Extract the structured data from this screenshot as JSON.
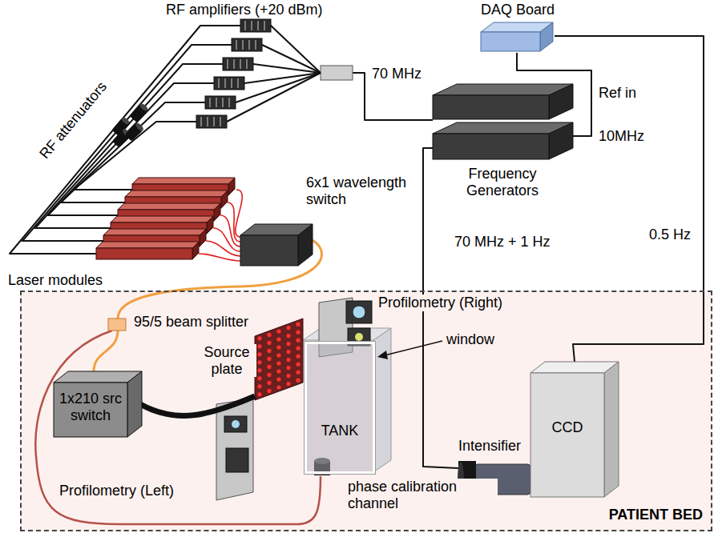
{
  "diagram": {
    "nodes": [
      {
        "text": [
          "DAQ Board"
        ]
      },
      {
        "text": [
          "Frequency Generators"
        ]
      },
      {
        "text": [
          "6x1 wavelength switch"
        ]
      },
      {
        "text": [
          "Laser modules"
        ]
      },
      {
        "text": [
          "PATIENT BED"
        ]
      },
      {
        "text": [
          "1x210 src switch"
        ],
        "in": 4
      },
      {
        "text": [
          "TANK"
        ],
        "in": 4
      },
      {
        "text": [
          "Intensifier"
        ],
        "in": 4
      },
      {
        "text": [
          "CCD"
        ],
        "in": 4
      }
    ],
    "edges": [
      {
        "from": 1,
        "to": 3,
        "arrow": "none",
        "label": "70 MHz"
      },
      {
        "from": 1,
        "to": 7,
        "arrow": "none",
        "label": "70 MHz + 1 Hz"
      },
      {
        "from": 0,
        "to": 8,
        "arrow": "none",
        "label": "0.5 Hz"
      },
      {
        "from": 3,
        "to": 2,
        "arrow": "none"
      },
      {
        "from": 2,
        "to": 5,
        "arrow": "none"
      },
      {
        "from": 0,
        "to": 1,
        "arrow": "none",
        "label": "10MHz"
      }
    ],
    "labels": [
      "RF amplifiers (+20 dBm)",
      "RF attenuators",
      "Ref in",
      "Profilometry (Right)",
      "95/5 beam splitter",
      "Source plate",
      "window",
      "Profilometry (Left)",
      "phase calibration channel"
    ]
  }
}
